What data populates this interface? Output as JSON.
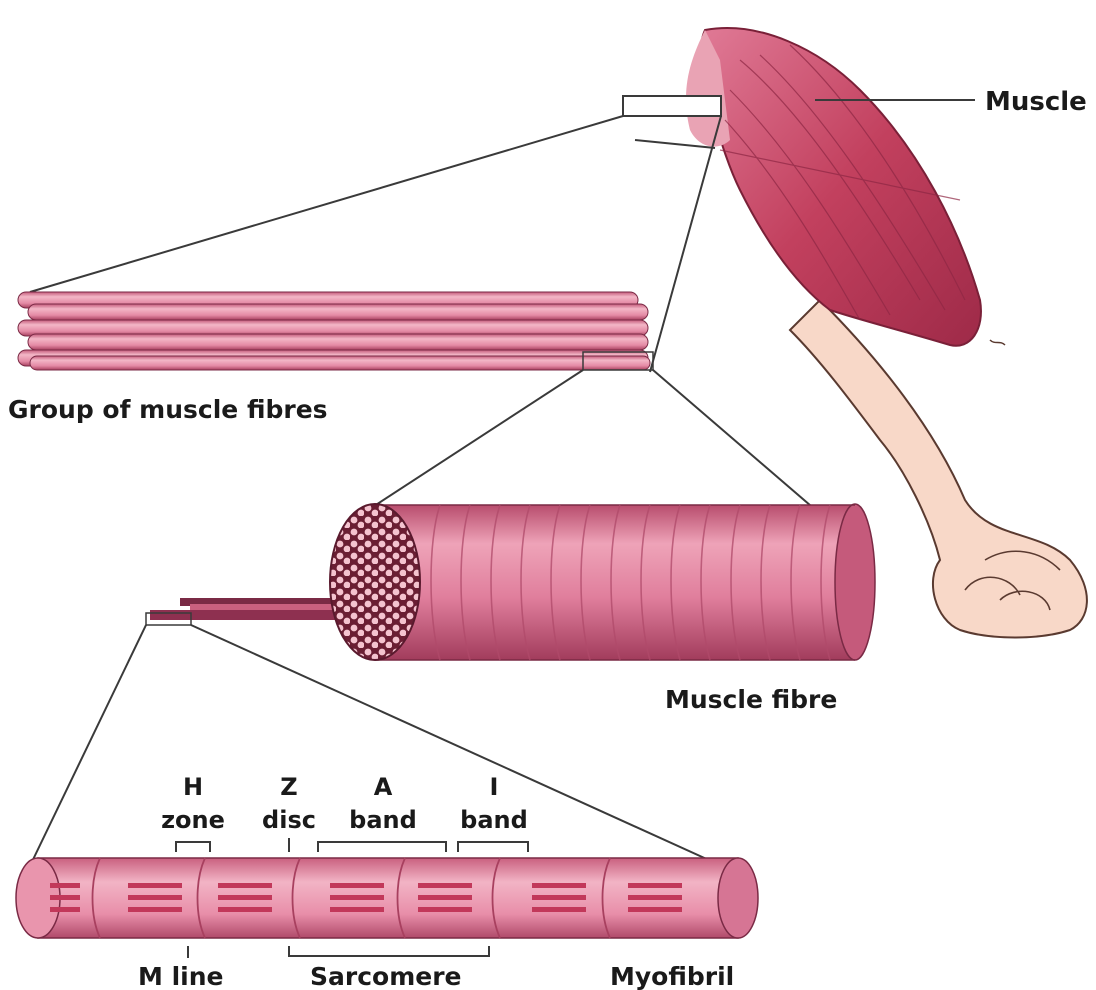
{
  "labels": {
    "muscle": "Muscle",
    "group_of_fibres": "Group of muscle fibres",
    "muscle_fibre": "Muscle fibre",
    "h_zone_line1": "H",
    "h_zone_line2": "zone",
    "z_disc_line1": "Z",
    "z_disc_line2": "disc",
    "a_band_line1": "A",
    "a_band_line2": "band",
    "i_band_line1": "I",
    "i_band_line2": "band",
    "m_line": "M line",
    "sarcomere": "Sarcomere",
    "myofibril": "Myofibril"
  },
  "colors": {
    "muscle_red": "#c2405e",
    "fibre_pink": "#e48aa5",
    "fibre_dark": "#b84d6d",
    "skin": "#f8d8c8",
    "skin_outline": "#5a3a30"
  }
}
